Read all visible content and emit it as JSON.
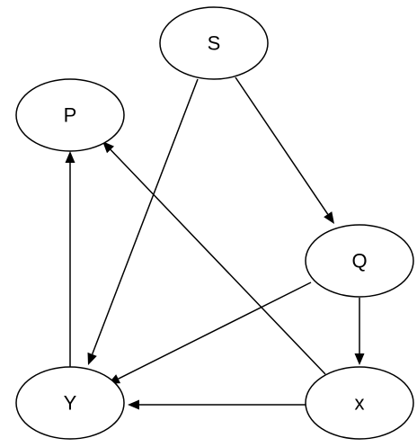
{
  "diagram": {
    "nodes": [
      {
        "id": "S",
        "label": "S"
      },
      {
        "id": "P",
        "label": "P"
      },
      {
        "id": "Q",
        "label": "Q"
      },
      {
        "id": "Y",
        "label": "Y"
      },
      {
        "id": "X",
        "label": "x"
      }
    ],
    "edges": [
      {
        "from": "S",
        "to": "Q"
      },
      {
        "from": "S",
        "to": "Y"
      },
      {
        "from": "Q",
        "to": "X"
      },
      {
        "from": "Q",
        "to": "Y"
      },
      {
        "from": "X",
        "to": "Y"
      },
      {
        "from": "X",
        "to": "P"
      },
      {
        "from": "Y",
        "to": "P"
      }
    ],
    "colors": {
      "stroke": "#000000",
      "fill": "#ffffff",
      "background": "#ffffff"
    }
  }
}
